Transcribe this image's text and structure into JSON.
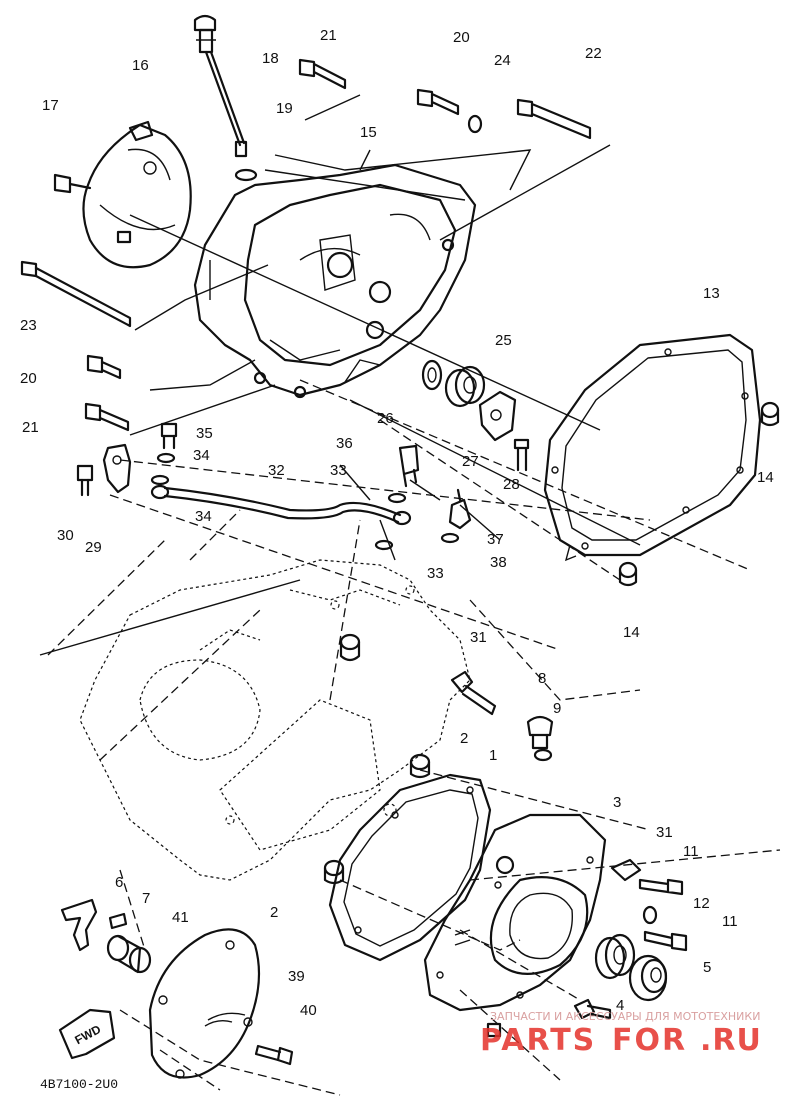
{
  "diagram": {
    "part_numbers": [
      "1",
      "2",
      "2",
      "3",
      "4",
      "5",
      "6",
      "7",
      "8",
      "9",
      "11",
      "11",
      "12",
      "13",
      "14",
      "14",
      "15",
      "16",
      "17",
      "18",
      "19",
      "20",
      "20",
      "21",
      "21",
      "22",
      "23",
      "24",
      "25",
      "26",
      "27",
      "28",
      "29",
      "30",
      "31",
      "31",
      "32",
      "33",
      "33",
      "34",
      "34",
      "35",
      "36",
      "37",
      "38",
      "39",
      "40",
      "41"
    ],
    "ref_code": "4B7100-2U0",
    "fwd_label": "FWD"
  },
  "watermark": {
    "tagline": "ЗАПЧАСТИ И АКСЕССУАРЫ ДЛЯ МОТОТЕХНИКИ",
    "brand_a": "PARTS",
    "brand_b": "FOR",
    "brand_c": ".RU"
  },
  "colors": {
    "ink": "#111111",
    "background": "#ffffff",
    "watermark": "#e4322b"
  }
}
